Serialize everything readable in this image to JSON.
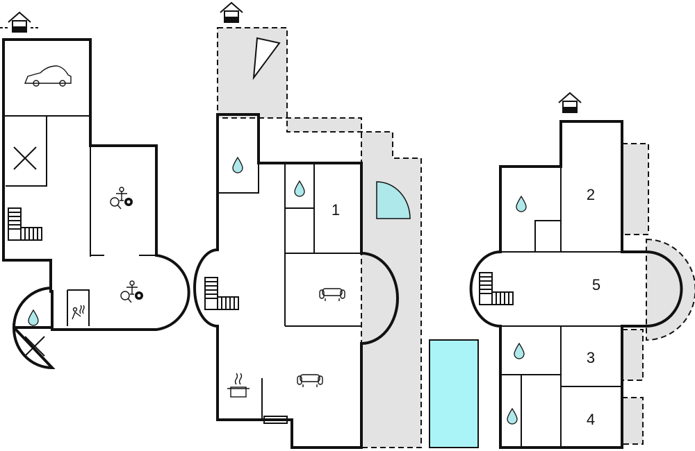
{
  "rooms": {
    "r1": "1",
    "r2": "2",
    "r3": "3",
    "r4": "4",
    "r5": "5"
  },
  "colors": {
    "terrace": "#e3e3e3",
    "water": "#aaf4f8",
    "door": "#aee8ea",
    "drop": "#aee8ea",
    "wall": "#111111"
  },
  "icons": [
    "house-entrance-icon",
    "car-icon",
    "storage-x-icon",
    "stairs-icon",
    "table-tennis-icon",
    "billiards-icon",
    "sauna-icon",
    "water-drop-icon",
    "kitchen-pot-icon",
    "sofa-icon",
    "door-icon",
    "heater-icon",
    "pool",
    "triangle-terrace"
  ]
}
